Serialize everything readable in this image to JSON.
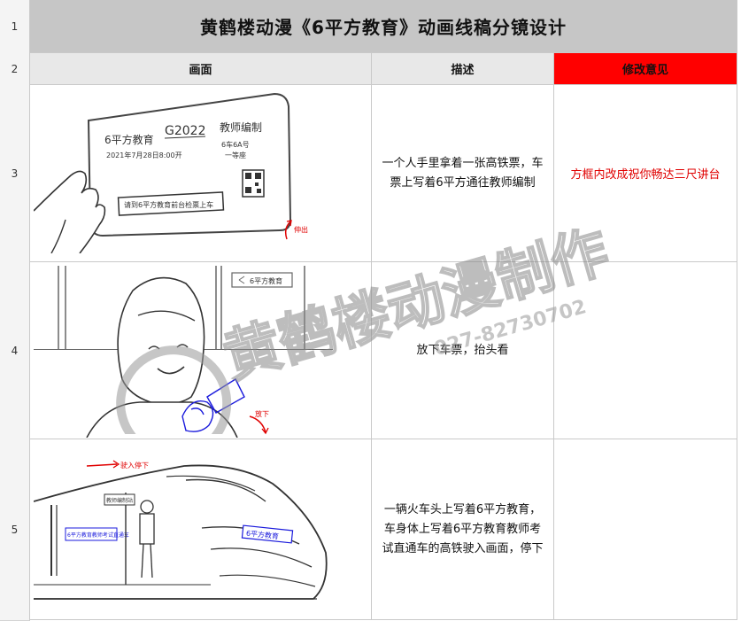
{
  "sheet": {
    "row_numbers": [
      "1",
      "2",
      "3",
      "4",
      "5"
    ],
    "title": "黄鹤楼动漫《6平方教育》动画线稿分镜设计",
    "headers": {
      "picture": "画面",
      "description": "描述",
      "revision": "修改意见"
    },
    "rows": [
      {
        "number": "3",
        "description": "一个人手里拿着一张高铁票，车票上写着6平方通往教师编制",
        "revision": "方框内改成祝你畅达三尺讲台",
        "picture": {
          "ticket_brand": "6平方教育",
          "ticket_code": "G2022",
          "ticket_dest": "教师编制",
          "ticket_date": "2021年7月28日8:00开",
          "ticket_seat": "6车6A号",
          "ticket_class": "一等座",
          "ticket_box": "请到6平方教育前台检票上车",
          "arrow_note": "伸出"
        }
      },
      {
        "number": "4",
        "description": "放下车票，抬头看",
        "revision": "",
        "picture": {
          "sign": "6平方教育",
          "arrow_note": "放下"
        }
      },
      {
        "number": "5",
        "description": "一辆火车头上写着6平方教育，车身体上写着6平方教育教师考试直通车的高铁驶入画面，停下",
        "revision": "",
        "picture": {
          "arrow_note": "驶入停下",
          "train_head": "6平方教育",
          "train_body": "6平方教育教师考试直通车",
          "station_sign": "教师编制站"
        }
      }
    ]
  },
  "watermark": {
    "name": "黄鹤楼动漫制作",
    "phone": "027-82730702"
  },
  "colors": {
    "title_bg": "#c6c6c6",
    "header_bg": "#e8e8e8",
    "header_red": "#ff0000",
    "note_red": "#e00000",
    "sketch_blue": "#1a1adc"
  }
}
